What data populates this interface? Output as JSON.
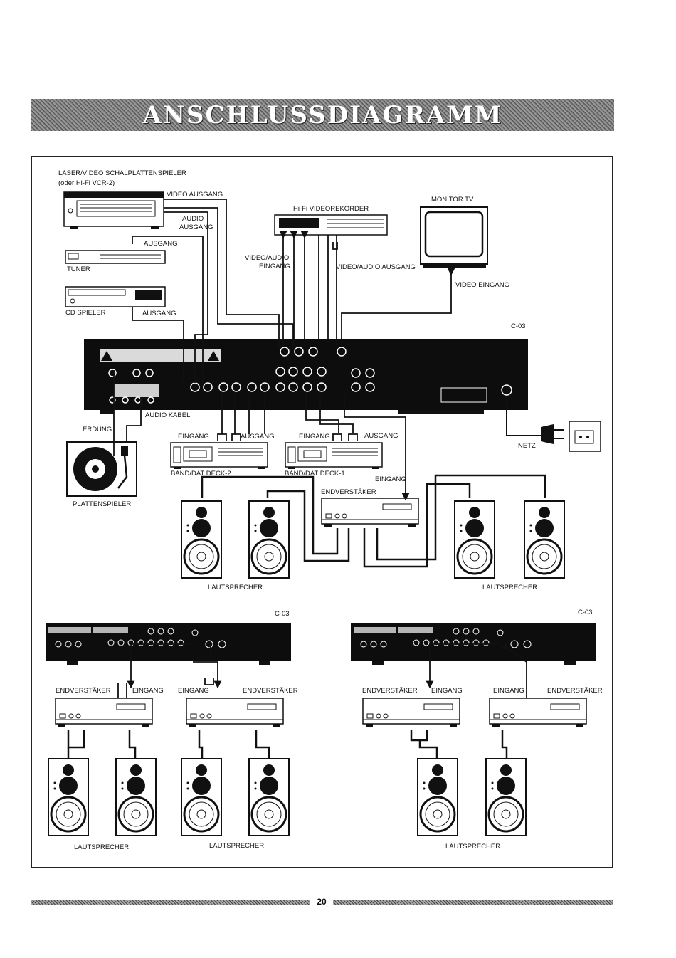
{
  "page": {
    "title": "ANSCHLUSSDIAGRAMM",
    "page_number": "20"
  },
  "labels": {
    "laser_player": "LASER/VIDEO SCHALPLATTENSPIELER",
    "laser_player_sub": "(oder Hi-Fi VCR-2)",
    "video_ausgang": "VIDEO AUSGANG",
    "audio": "AUDIO",
    "ausgang": "AUSGANG",
    "hifi_videorekorder": "Hi-Fi VIDEOREKORDER",
    "monitor_tv": "MONITOR TV",
    "tuner": "TUNER",
    "video_audio": "VIDEO/AUDIO",
    "eingang": "EINGANG",
    "video_audio_ausgang": "VIDEO/AUDIO AUSGANG",
    "video_eingang": "VIDEO EINGANG",
    "cd_spieler": "CD SPIELER",
    "c03": "C-03",
    "audio_kabel": "AUDIO KABEL",
    "erdung": "ERDUNG",
    "netz": "NETZ",
    "band_dat_deck2": "BAND/DAT DECK-2",
    "band_dat_deck1": "BAND/DAT DECK-1",
    "endverstaerker": "ENDVERSTÄKER",
    "plattenspieler": "PLATTENSPIELER",
    "lautsprecher": "LAUTSPRECHER"
  },
  "colors": {
    "line": "#111111",
    "panel": "#0d0d0d",
    "paper": "#ffffff"
  }
}
